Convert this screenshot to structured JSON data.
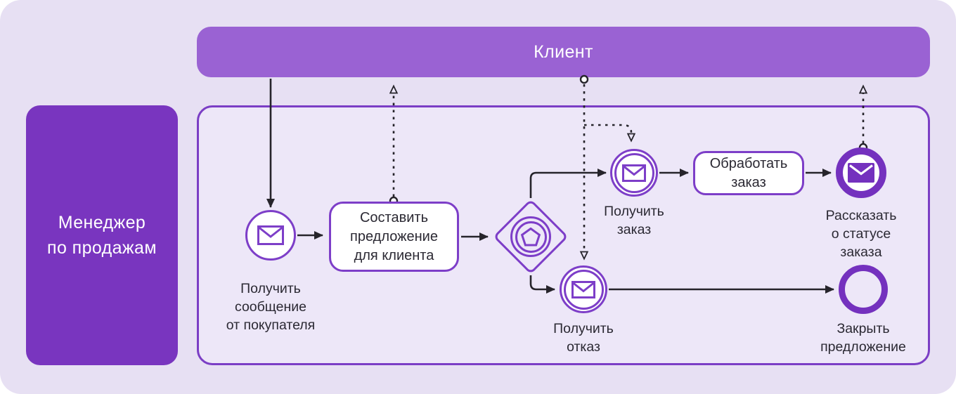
{
  "header": {
    "client_label": "Клиент"
  },
  "lane": {
    "manager_label": "Менеджер\nпо продажам"
  },
  "nodes": {
    "receive_message": {
      "label": "Получить\nсообщение\nот покупателя",
      "type": "message-start-event"
    },
    "compose_offer": {
      "label": "Составить\nпредложение\nдля клиента",
      "type": "task"
    },
    "event_gateway": {
      "type": "event-based-gateway"
    },
    "receive_order": {
      "label": "Получить\nзаказ",
      "type": "message-catch-event"
    },
    "process_order": {
      "label": "Обработать\nзаказ",
      "type": "task"
    },
    "tell_status": {
      "label": "Рассказать\nо статусе\nзаказа",
      "type": "message-throw-event"
    },
    "receive_refusal": {
      "label": "Получить\nотказ",
      "type": "message-catch-event"
    },
    "close_offer": {
      "label": "Закрыть\nпредложение",
      "type": "end-event"
    }
  },
  "colors": {
    "background": "#E7E0F3",
    "pool_fill": "#EDE7F8",
    "banner_purple": "#9A62D3",
    "lane_purple": "#7935BF",
    "accent_purple": "#7D3EC8",
    "dark_purple": "#7431BE",
    "connector": "#26242B",
    "text": "#2B2933",
    "text_on_purple": "#FFFFFF"
  }
}
